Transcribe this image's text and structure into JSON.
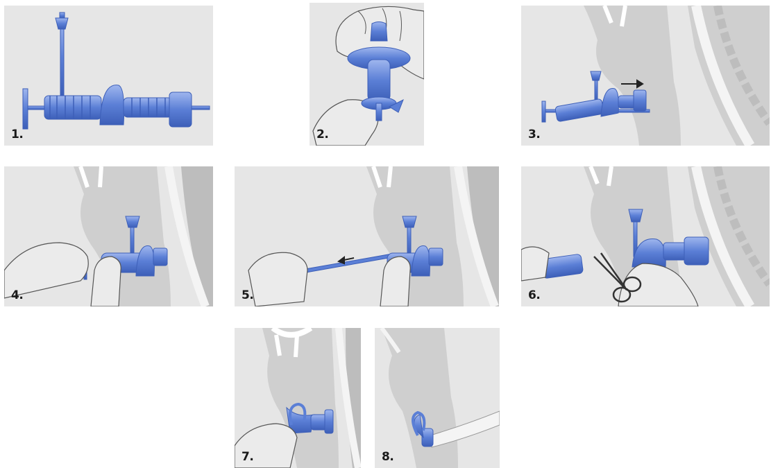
{
  "steps": [
    {
      "label": "1."
    },
    {
      "label": "2."
    },
    {
      "label": "3."
    },
    {
      "label": "4."
    },
    {
      "label": "5."
    },
    {
      "label": "6."
    },
    {
      "label": "7."
    },
    {
      "label": "8."
    }
  ],
  "colors": {
    "panel_bg": "#e6e6e6",
    "anatomy": "#cfcfcf",
    "anatomy_light": "#f4f4f4",
    "device_blue": "#5b7fd6",
    "device_blue_dark": "#3d5fb8",
    "hand_fill": "#ebebeb",
    "hand_line": "#555555"
  }
}
